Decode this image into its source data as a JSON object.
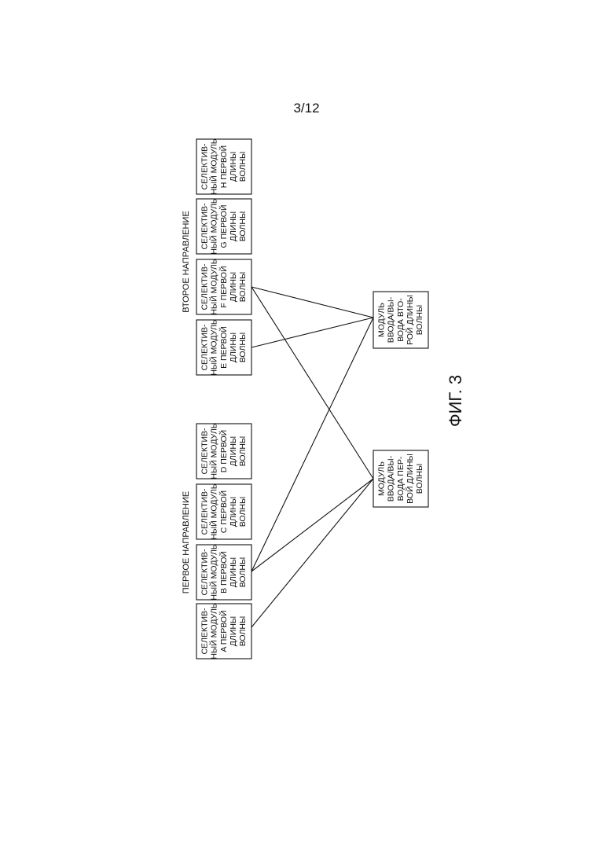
{
  "page": {
    "number": "3/12"
  },
  "figure": {
    "caption": "ФИГ. 3"
  },
  "groups": [
    {
      "id": "dir1",
      "label": "ПЕРВОЕ НАПРАВЛЕНИЕ"
    },
    {
      "id": "dir2",
      "label": "ВТОРОЕ НАПРАВЛЕНИЕ"
    }
  ],
  "modules": [
    {
      "id": "A",
      "group": "dir1",
      "lines": [
        "СЕЛЕКТИВ-",
        "НЫЙ МОДУЛЬ",
        "A ПЕРВОЙ",
        "ДЛИНЫ",
        "ВОЛНЫ"
      ]
    },
    {
      "id": "B",
      "group": "dir1",
      "lines": [
        "СЕЛЕКТИВ-",
        "НЫЙ МОДУЛЬ",
        "B ПЕРВОЙ",
        "ДЛИНЫ",
        "ВОЛНЫ"
      ]
    },
    {
      "id": "C",
      "group": "dir1",
      "lines": [
        "СЕЛЕКТИВ-",
        "НЫЙ МОДУЛЬ",
        "C ПЕРВОЙ",
        "ДЛИНЫ",
        "ВОЛНЫ"
      ]
    },
    {
      "id": "D",
      "group": "dir1",
      "lines": [
        "СЕЛЕКТИВ-",
        "НЫЙ МОДУЛЬ",
        "D ПЕРВОЙ",
        "ДЛИНЫ",
        "ВОЛНЫ"
      ]
    },
    {
      "id": "E",
      "group": "dir2",
      "lines": [
        "СЕЛЕКТИВ-",
        "НЫЙ МОДУЛЬ",
        "E ПЕРВОЙ",
        "ДЛИНЫ",
        "ВОЛНЫ"
      ]
    },
    {
      "id": "F",
      "group": "dir2",
      "lines": [
        "СЕЛЕКТИВ-",
        "НЫЙ МОДУЛЬ",
        "F ПЕРВОЙ",
        "ДЛИНЫ",
        "ВОЛНЫ"
      ]
    },
    {
      "id": "G",
      "group": "dir2",
      "lines": [
        "СЕЛЕКТИВ-",
        "НЫЙ МОДУЛЬ",
        "G ПЕРВОЙ",
        "ДЛИНЫ",
        "ВОЛНЫ"
      ]
    },
    {
      "id": "H",
      "group": "dir2",
      "lines": [
        "СЕЛЕКТИВ-",
        "НЫЙ МОДУЛЬ",
        "H ПЕРВОЙ",
        "ДЛИНЫ",
        "ВОЛНЫ"
      ]
    },
    {
      "id": "IO1",
      "group": "io",
      "lines": [
        "МОДУЛЬ",
        "ВВОДА/ВЫ-",
        "ВОДА ПЕР-",
        "ВОЙ ДЛИНЫ",
        "ВОЛНЫ"
      ]
    },
    {
      "id": "IO2",
      "group": "io",
      "lines": [
        "МОДУЛЬ",
        "ВВОДА/ВЫ-",
        "ВОДА ВТО-",
        "РОЙ ДЛИНЫ",
        "ВОЛНЫ"
      ]
    }
  ],
  "connections": [
    {
      "from": "A",
      "to": "IO1"
    },
    {
      "from": "B",
      "to": "IO1"
    },
    {
      "from": "B",
      "to": "IO2"
    },
    {
      "from": "E",
      "to": "IO2"
    },
    {
      "from": "F",
      "to": "IO2"
    },
    {
      "from": "F",
      "to": "IO1"
    }
  ]
}
